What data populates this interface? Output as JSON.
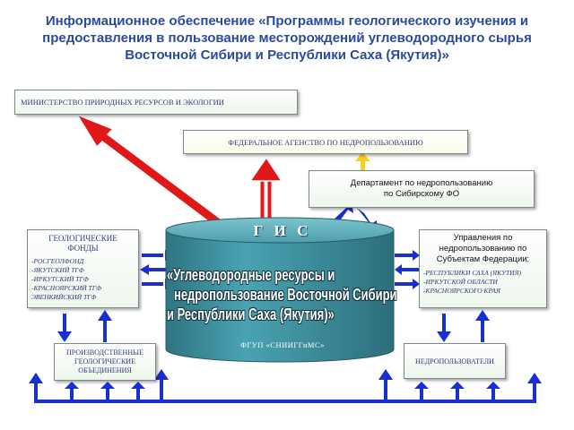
{
  "title": {
    "line1": "Информационное обеспечение «Программы геологического изучения и",
    "line2": "предоставления в пользование месторождений углеводородного сырья",
    "line3": "Восточной Сибири и Республики Саха (Якутия)»"
  },
  "ministry": {
    "label": "МИНИСТЕРСТВО ПРИРОДНЫХ РЕСУРСОВ И ЭКОЛОГИИ"
  },
  "agency": {
    "label": "ФЕДЕРАЛЬНОЕ АГЕНСТВО ПО НЕДРОПОЛЬЗОВАНИЮ"
  },
  "department": {
    "line1": "Департамент по недропользованию",
    "line2": "по Сибирскому ФО"
  },
  "geofonds": {
    "title_line1": "ГЕОЛОГИЧЕСКИЕ",
    "title_line2": "ФОНДЫ",
    "items": [
      "-РОСГЕОЛФОНД",
      "-ЯКУТСКИЙ ТГФ",
      "-ИРКУТСКИЙ ТГФ",
      "-КРАСНОЯРСКИЙ ТГФ",
      "ЭВЕНКИЙСКИЙ ТГФ"
    ]
  },
  "regions": {
    "title_line1": "Управления по",
    "title_line2": "недропользованию по",
    "title_line3": "Субъектам Федерации:",
    "items": [
      "-РЕСПУБЛИКИ САХА (ЯКУТИЯ)",
      "-ИРКУТСКОЙ ОБЛАСТИ",
      "-КРАСНОЯРСКОГО КРАЯ"
    ]
  },
  "gis": {
    "title": "Г И С",
    "line1": "«Углеводородные ресурсы и",
    "line2": "недропользование Восточной Сибири",
    "line3": "и Республики Саха (Якутия)»",
    "org": "ФГУП «СНИИГГиМС»"
  },
  "producers": {
    "line1": "ПРОИЗВОДСТВЕННЫЕ",
    "line2": "ГЕОЛОГИЧЕСКИЕ",
    "line3": "ОБЪЕДИНЕНИЯ"
  },
  "users": {
    "label": "НЕДРОПОЛЬЗОВАТЕЛИ"
  },
  "colors": {
    "title": "#2b4a9c",
    "cylinder": "#3f8f9e",
    "red_arrow": "#e01818",
    "blue_arrow": "#1a2fd0",
    "yellow_arrow": "#f2d21a"
  }
}
